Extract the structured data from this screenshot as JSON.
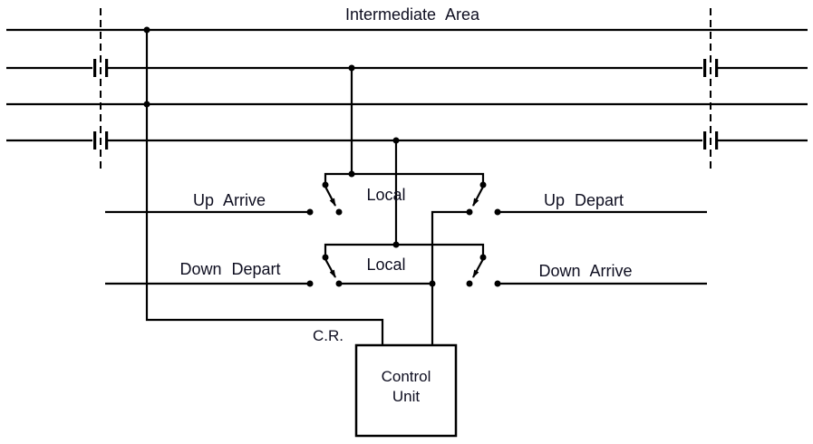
{
  "title": "Intermediate Area",
  "labels": {
    "up_arrive": "Up Arrive",
    "up_depart": "Up Depart",
    "down_depart": "Down Depart",
    "down_arrive": "Down Arrive",
    "local_upper": "Local",
    "local_lower": "Local",
    "cr": "C.R.",
    "control_unit_line1": "Control",
    "control_unit_line2": "Unit"
  },
  "colors": {
    "line": "#000000",
    "text": "#0e0e20",
    "background": "#ffffff"
  }
}
